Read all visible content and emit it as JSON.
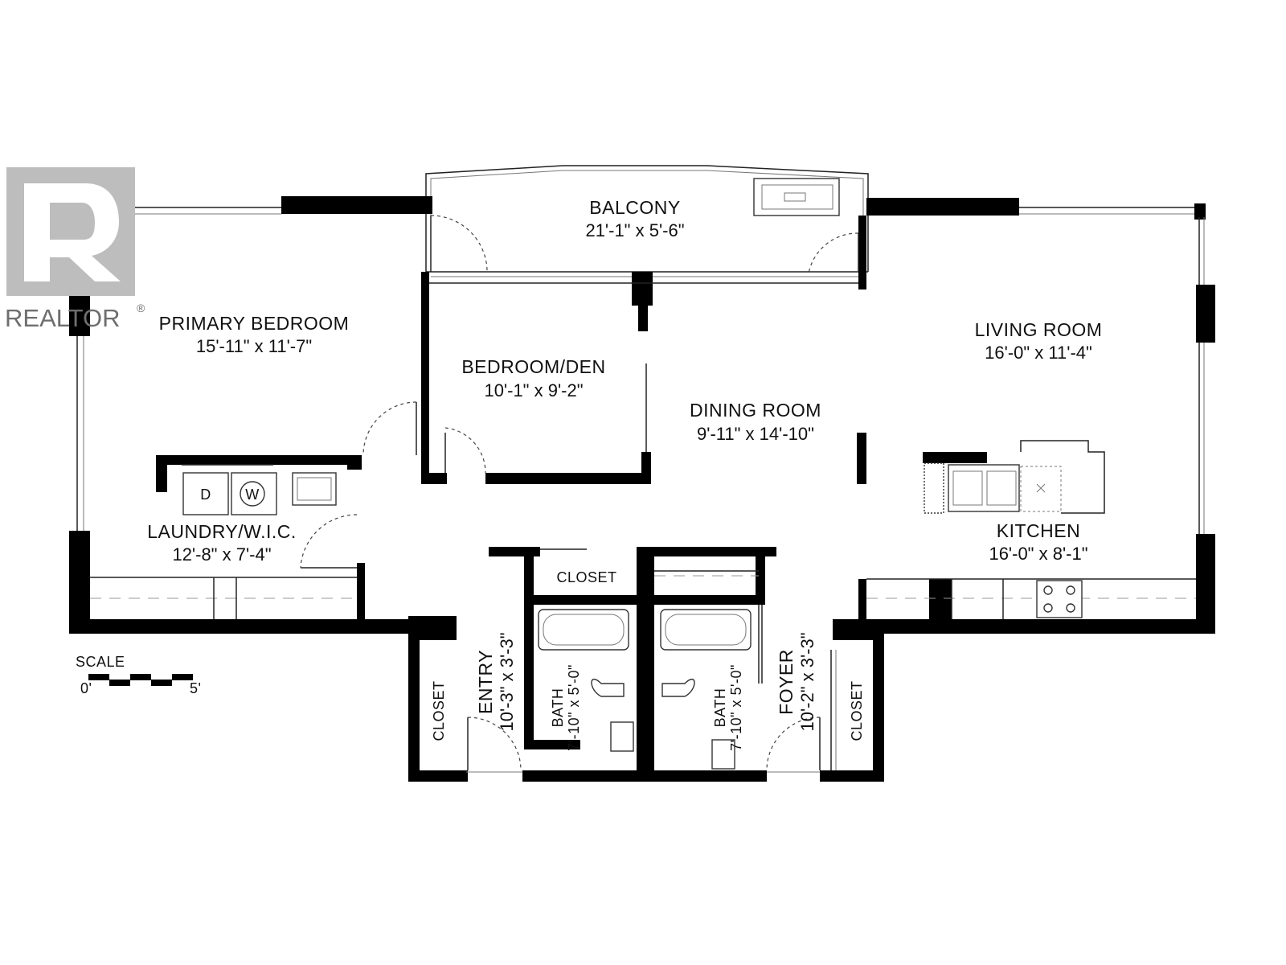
{
  "brand": {
    "name": "REALTOR",
    "registered": "®"
  },
  "rooms": {
    "balcony": {
      "name": "BALCONY",
      "dims": "21'-1\"  x  5'-6\""
    },
    "primary_bedroom": {
      "name": "PRIMARY BEDROOM",
      "dims": "15'-11\"  x  11'-7\""
    },
    "bedroom_den": {
      "name": "BEDROOM/DEN",
      "dims": "10'-1\"  x  9'-2\""
    },
    "dining_room": {
      "name": "DINING ROOM",
      "dims": "9'-11\"  x 14'-10\""
    },
    "living_room": {
      "name": "LIVING ROOM",
      "dims": "16'-0\"  x  11'-4\""
    },
    "laundry": {
      "name": "LAUNDRY/W.I.C.",
      "dims": "12'-8\"  x  7'-4\""
    },
    "kitchen": {
      "name": "KITCHEN",
      "dims": "16'-0\"  x  8'-1\""
    },
    "closet_hall": {
      "name": "CLOSET"
    },
    "entry": {
      "name": "ENTRY",
      "dims": "10'-3\"  x  3'-3\""
    },
    "bath_1": {
      "name": "BATH",
      "dims": "7'-10\"  x  5'-0\""
    },
    "bath_2": {
      "name": "BATH",
      "dims": "7'-10\"  x  5'-0\""
    },
    "foyer": {
      "name": "FOYER",
      "dims": "10'-2\"  x  3'-3\""
    },
    "closet_entry": {
      "name": "CLOSET"
    },
    "closet_foyer": {
      "name": "CLOSET"
    }
  },
  "appliances": {
    "dryer": "D",
    "washer": "W"
  },
  "scale": {
    "title": "SCALE",
    "start": "0'",
    "end": "5'"
  }
}
